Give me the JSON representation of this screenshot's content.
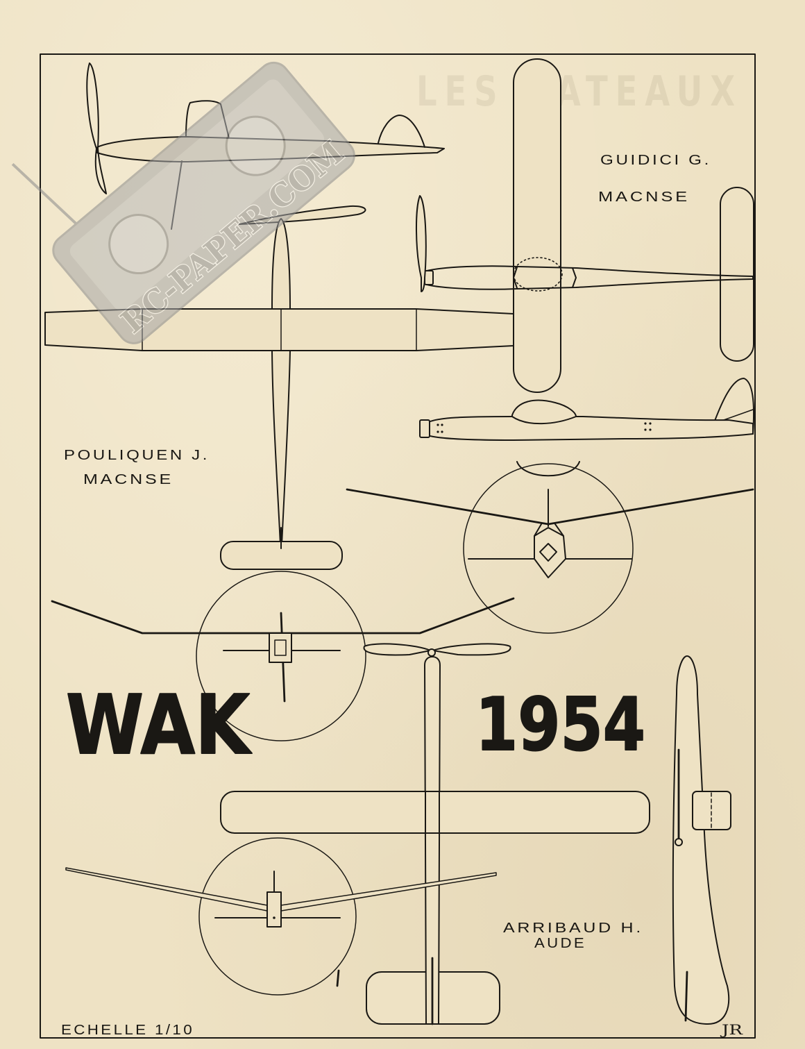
{
  "ghost_heading": "LES BATEAUX",
  "title": {
    "left": "WAK",
    "right": "1954"
  },
  "models": [
    {
      "builder": "GUIDICI G.",
      "club": "MACNSE"
    },
    {
      "builder": "POULIQUEN J.",
      "club": "MACNSE"
    },
    {
      "builder": "ARRIBAUD H.",
      "club": "AUDE"
    }
  ],
  "scale_note": "ECHELLE 1/10",
  "signature": "JR",
  "watermark": "RC-PAPER.COM",
  "colors": {
    "paper": "#eee2c4",
    "ink": "#1a1814",
    "watermark": "#9a9a9a"
  }
}
